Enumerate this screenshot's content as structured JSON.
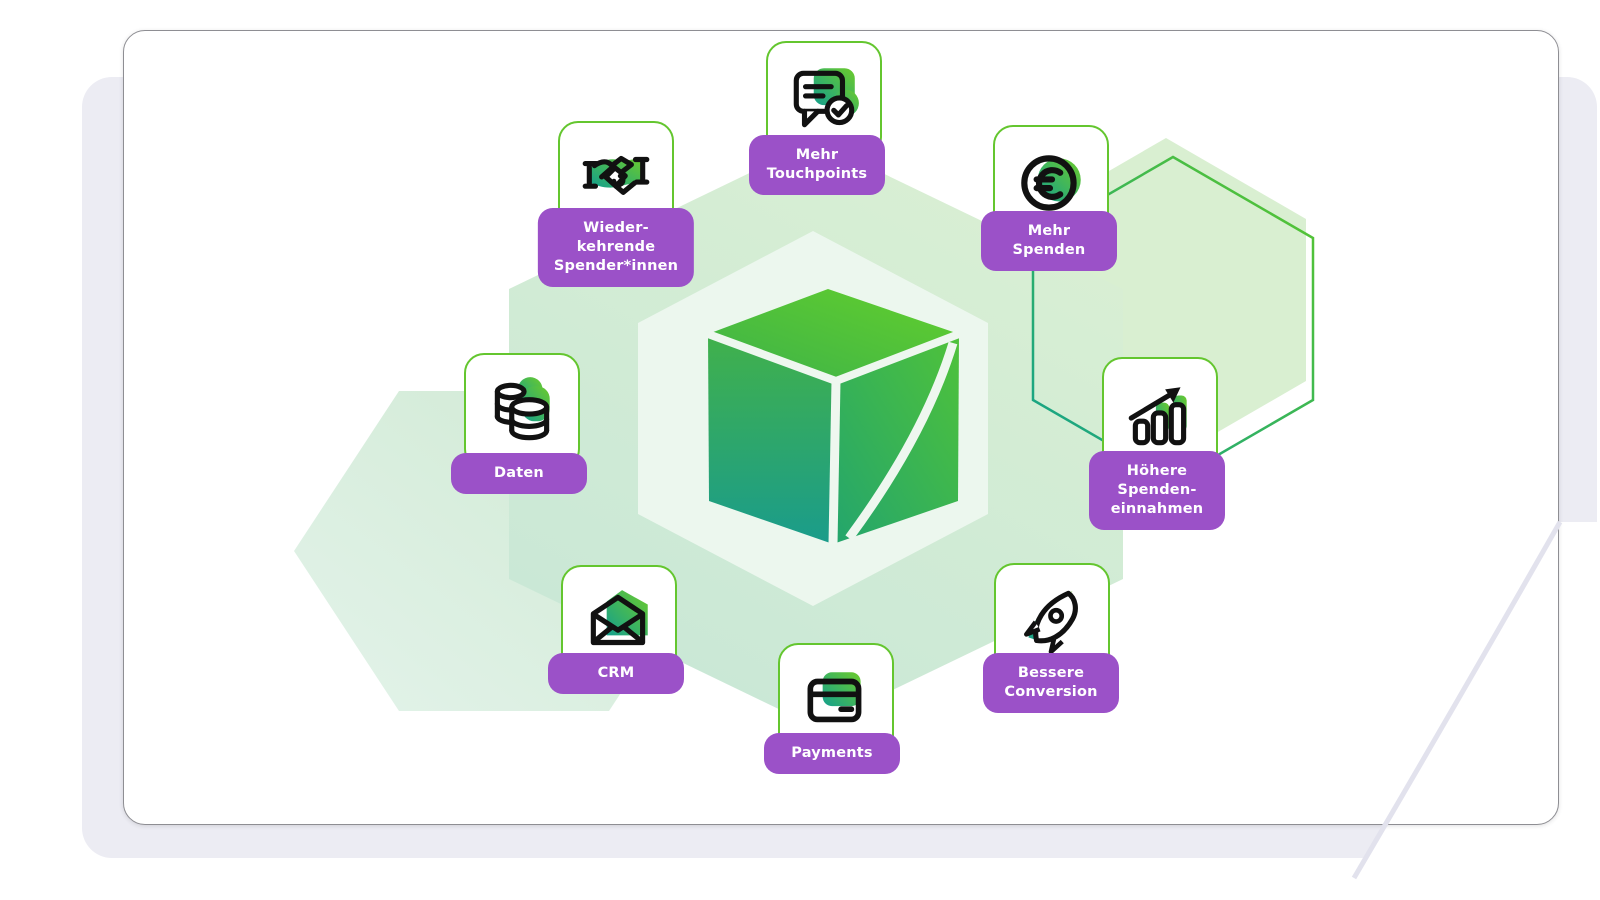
{
  "diagram": {
    "description": "Fundraising platform benefits infographic",
    "center": {
      "icon": "green-cube-logo"
    },
    "nodes": [
      {
        "id": "mehr-touchpoints",
        "label": "Mehr\nTouchpoints",
        "icon": "chat-approved-icon"
      },
      {
        "id": "mehr-spenden",
        "label": "Mehr\nSpenden",
        "icon": "euro-coin-icon"
      },
      {
        "id": "hoehere-spendeneinnahmen",
        "label": "Höhere\nSpenden-\neinnahmen",
        "icon": "growth-chart-icon"
      },
      {
        "id": "bessere-conversion",
        "label": "Bessere\nConversion",
        "icon": "rocket-icon"
      },
      {
        "id": "payments",
        "label": "Payments",
        "icon": "credit-card-icon"
      },
      {
        "id": "crm",
        "label": "CRM",
        "icon": "open-envelope-icon"
      },
      {
        "id": "daten",
        "label": "Daten",
        "icon": "database-icon"
      },
      {
        "id": "wiederkehrende-spenderinnen",
        "label": "Wieder-\nkehrende\nSpender*innen",
        "icon": "handshake-icon"
      }
    ],
    "colors": {
      "accent_purple": "#9b51c8",
      "accent_green": "#64c62f",
      "teal": "#14a08d",
      "pale_hex_green": "#d9efd3",
      "inner_hex": "#ecf7ee",
      "backdrop_lavender": "#ececf3",
      "frame_border": "#8e8e93"
    }
  }
}
